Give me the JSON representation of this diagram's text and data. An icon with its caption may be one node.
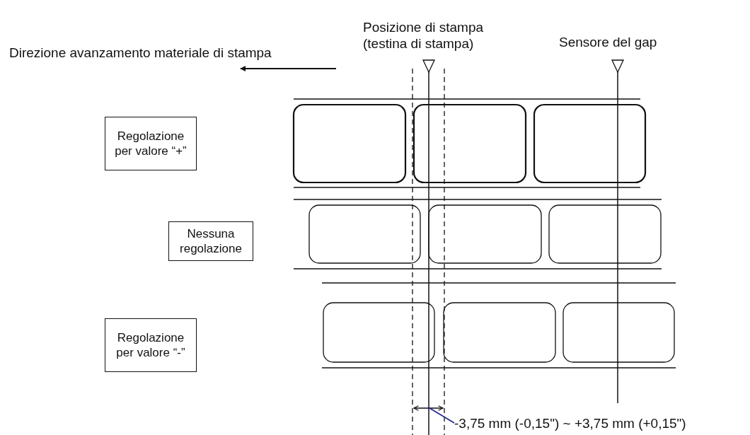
{
  "diagram": {
    "nodes": [
      {
        "text": [
          "Regolazione per valore “+”"
        ]
      },
      {
        "text": [
          "Nessuna regolazione"
        ]
      },
      {
        "text": [
          "Regolazione per valore “-”"
        ]
      },
      {
        "text": [
          "-3,75 mm (-0,15\") ~ +3,75 mm (+0,15\")"
        ]
      },
      {
        "text": [],
        "shape": "line"
      }
    ],
    "edges": [
      {
        "from": 3,
        "to": 4,
        "arrow": "none",
        "color": "#1f1f8f"
      }
    ],
    "labels": [
      "Posizione di stampa (testina di stampa)",
      "Sensore del gap",
      "Direzione avanzamento materiale di stampa"
    ]
  }
}
